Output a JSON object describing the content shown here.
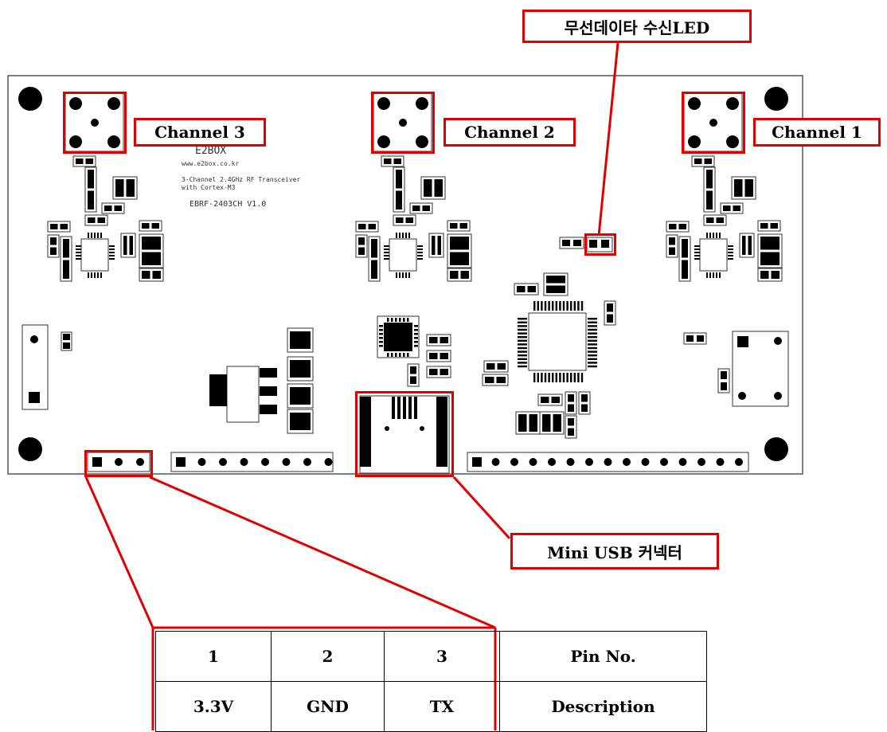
{
  "labels": {
    "channel3": "Channel 3",
    "channel2": "Channel 2",
    "channel1": "Channel 1",
    "rx_led": "무선데이타 수신LED",
    "usb": "Mini USB 커넥터"
  },
  "silkscreen": {
    "logo": "E2BOX",
    "url": "www.e2box.co.kr",
    "desc1": "3-Channel 2.4GHz RF Transceiver",
    "desc2": "with Cortex-M3",
    "model": "EBRF-2403CH V1.0"
  },
  "pin_table": {
    "row1": [
      "1",
      "2",
      "3",
      "Pin No."
    ],
    "row2": [
      "3.3V",
      "GND",
      "TX",
      "Description"
    ]
  },
  "colors": {
    "highlight": "#e00000",
    "board_outline": "#555555",
    "component": "#000000"
  }
}
